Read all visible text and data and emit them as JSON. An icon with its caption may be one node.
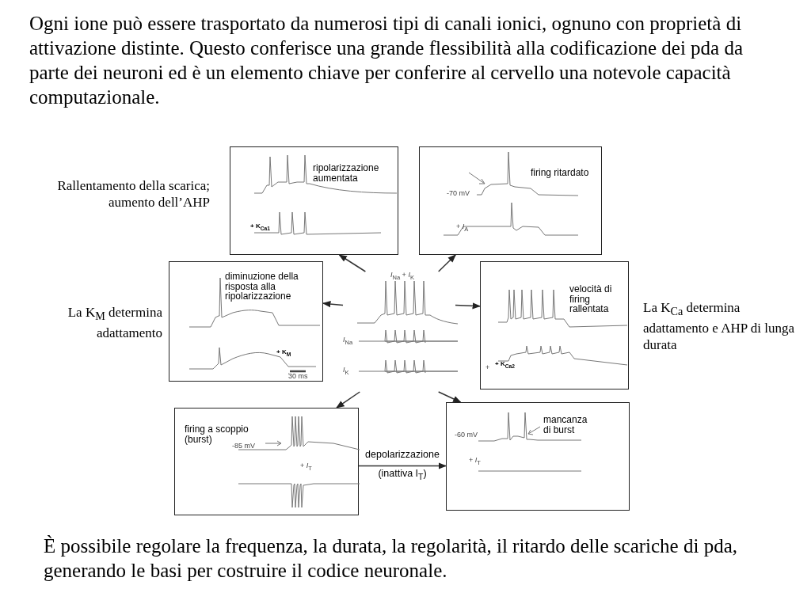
{
  "diagram": {
    "nodes": [
      {
        "text": [
          "ripolarizzazione aumentata",
          "+ K$_{Ca1}$"
        ],
        "beside": [
          "Rallentamento della scarica; aumento dell’AHP"
        ]
      },
      {
        "text": [
          "firing ritardato",
          "-70 mV",
          "+ *I*$_{A}$"
        ]
      },
      {
        "text": [
          "diminuzione della risposta alla ripolarizzazione",
          "+ K$_{M}$",
          "30 ms"
        ],
        "beside": [
          "La K$_{M}$ determina adattamento"
        ]
      },
      {
        "text": [
          "*I*$_{Na}$ + *I*$_{K}$",
          "*I*$_{Na}$",
          "*I*$_{K}$"
        ]
      },
      {
        "text": [
          "velocità di firing rallentata",
          "+",
          "+ K$_{Ca2}$"
        ],
        "beside": [
          "La K$_{Ca}$ determina adattamento e AHP di lunga durata"
        ]
      },
      {
        "text": [
          "firing a scoppio (burst)",
          "-85 mV",
          "+ *I*$_{T}$"
        ]
      },
      {
        "text": [
          "mancanza di burst",
          "-60 mV",
          "+ *I*$_{T}$"
        ]
      }
    ],
    "edges": [
      {
        "from": 3,
        "to": 0,
        "arrow": "to"
      },
      {
        "from": 3,
        "to": 1,
        "arrow": "to"
      },
      {
        "from": 3,
        "to": 2,
        "arrow": "to"
      },
      {
        "from": 3,
        "to": 4,
        "arrow": "to"
      },
      {
        "from": 3,
        "to": 5,
        "arrow": "to"
      },
      {
        "from": 3,
        "to": 6,
        "arrow": "to"
      },
      {
        "from": 5,
        "to": 6,
        "arrow": "to",
        "label": "depolarizzazione (inattiva I$_{T}$)"
      }
    ],
    "labels": [
      "Ogni ione può essere trasportato da numerosi tipi di canali ionici, ognuno con proprietà di attivazione distinte. Questo conferisce una grande flessibilità alla codificazione dei pda da parte dei neuroni ed è un elemento chiave per conferire al cervello una notevole capacità computazionale.",
      "È possibile regolare la frequenza, la durata, la regolarità, il ritardo delle scariche di pda, generando le basi per costruire il codice neuronale."
    ]
  }
}
